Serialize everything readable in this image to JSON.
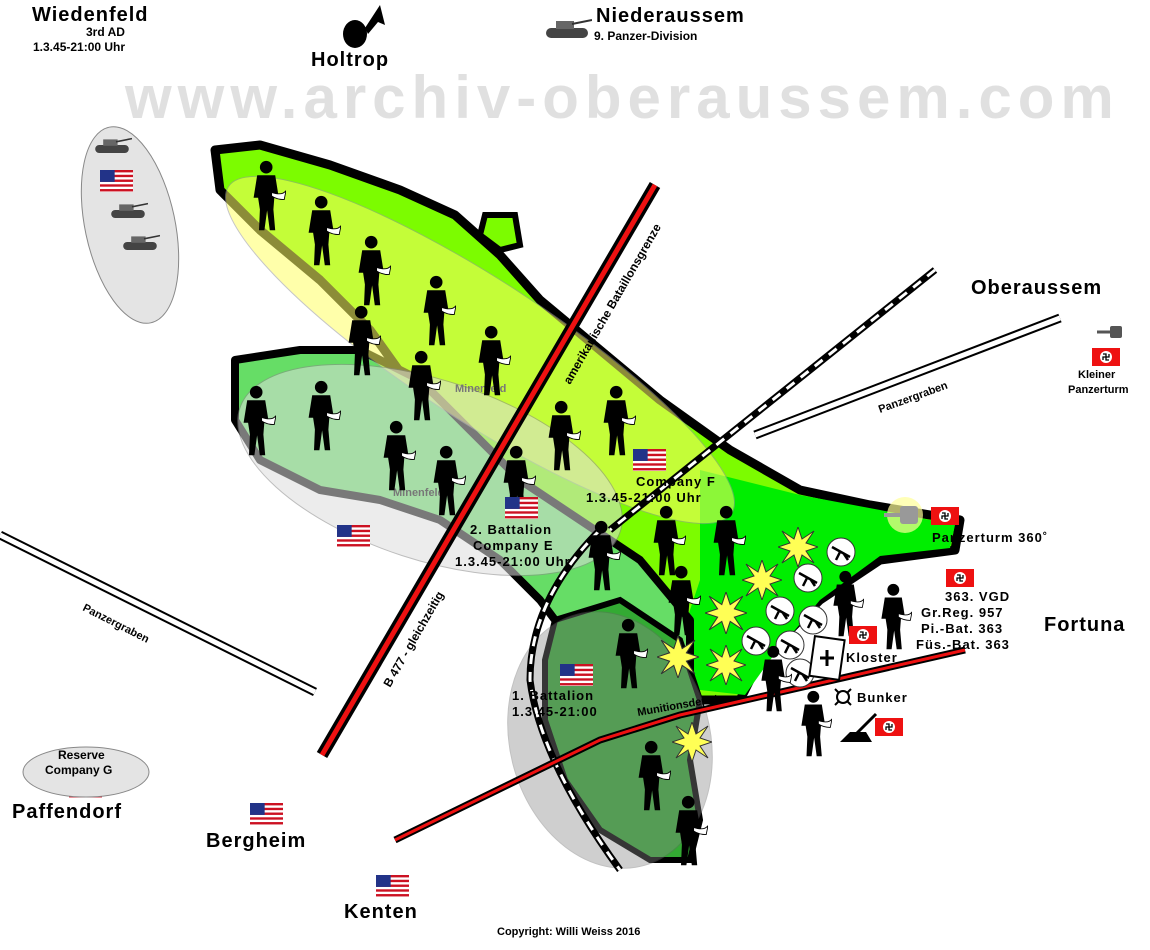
{
  "places": {
    "wiedenfeld": {
      "name": "Wiedenfeld",
      "unit": "3rd AD",
      "time": "1.3.45-21:00 Uhr"
    },
    "holtrop": "Holtrop",
    "niederaussem": {
      "name": "Niederaussem",
      "unit": "9. Panzer-Division"
    },
    "oberaussem": "Oberaussem",
    "fortuna": "Fortuna",
    "paffendorf": "Paffendorf",
    "bergheim": "Bergheim",
    "kenten": "Kenten"
  },
  "labels": {
    "battalion_border": "amerikanische Bataillonsgrenze",
    "b477": "B 477 - gleichzeitig",
    "panzergraben_east": "Panzergraben",
    "panzergraben_west": "Panzergraben",
    "minenfeld_1": "Minenfeld",
    "minenfeld_2": "Minenfeld",
    "company_f": "Company F",
    "company_f_time": "1.3.45-21:00 Uhr",
    "battalion2": "2. Battalion",
    "company_e": "Company E",
    "company_e_time": "1.3.45-21:00 Uhr",
    "battalion1": "1. Battalion",
    "battalion1_time": "1.3.45-21:00",
    "munitionsdepot": "Munitionsdepot",
    "reserve": "Reserve",
    "company_g": "Company G",
    "kleiner": "Kleiner",
    "panzerturm_small": "Panzerturm",
    "panzerturm360": "Panzerturm 360˚",
    "vgd": "363. VGD",
    "grreg": "Gr.Reg. 957",
    "pibat": "Pi.-Bat. 363",
    "fusbat": "Füs.-Bat. 363",
    "kloster": "Kloster",
    "bunker": "Bunker",
    "watermark": "www.archiv-oberaussem.com",
    "copyright": "Copyright: Willi Weiss 2016"
  },
  "colors": {
    "bright_green": "#7cfc00",
    "green": "#00ee00",
    "light_green": "#66dd66",
    "dark_green": "#33aa33",
    "yellow_zone": "#ffff66",
    "road_red": "#ee1111",
    "german_flag": "#ee1111"
  }
}
